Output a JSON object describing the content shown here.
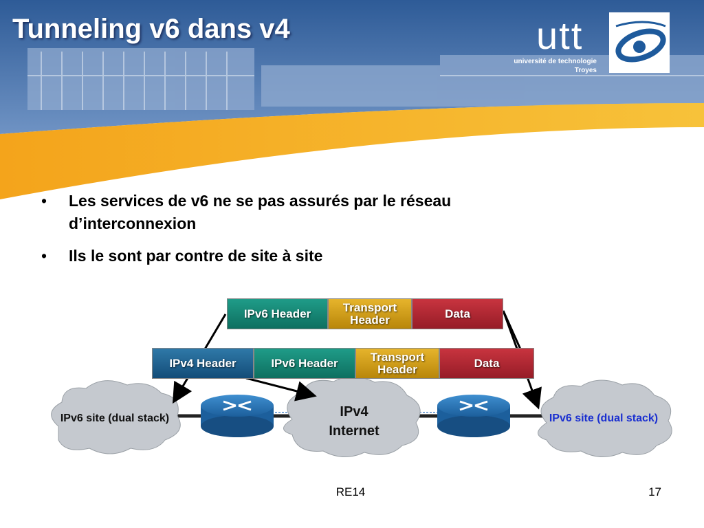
{
  "slide": {
    "title": "Tunneling v6 dans v4",
    "logo": {
      "word": "utt",
      "line1": "université de technologie",
      "line2": "Troyes"
    },
    "bullets": [
      "Les services de v6 ne se pas assurés par le réseau d’interconnexion",
      "Ils le sont par contre de site à site"
    ],
    "bullet_glyph": "•"
  },
  "packet_top": {
    "ipv6_header": "IPv6 Header",
    "transport_header": "Transport Header",
    "data": "Data"
  },
  "packet_bottom": {
    "ipv4_header": "IPv4 Header",
    "ipv6_header": "IPv6 Header",
    "transport_header": "Transport Header",
    "data": "Data"
  },
  "network": {
    "left_site": "IPv6 site (dual stack)",
    "internet_line1": "IPv4",
    "internet_line2": "Internet",
    "right_site": "IPv6 site (dual stack)",
    "right_site_color": "#1a2fd0"
  },
  "footer": {
    "course": "RE14",
    "page_number": "17"
  }
}
